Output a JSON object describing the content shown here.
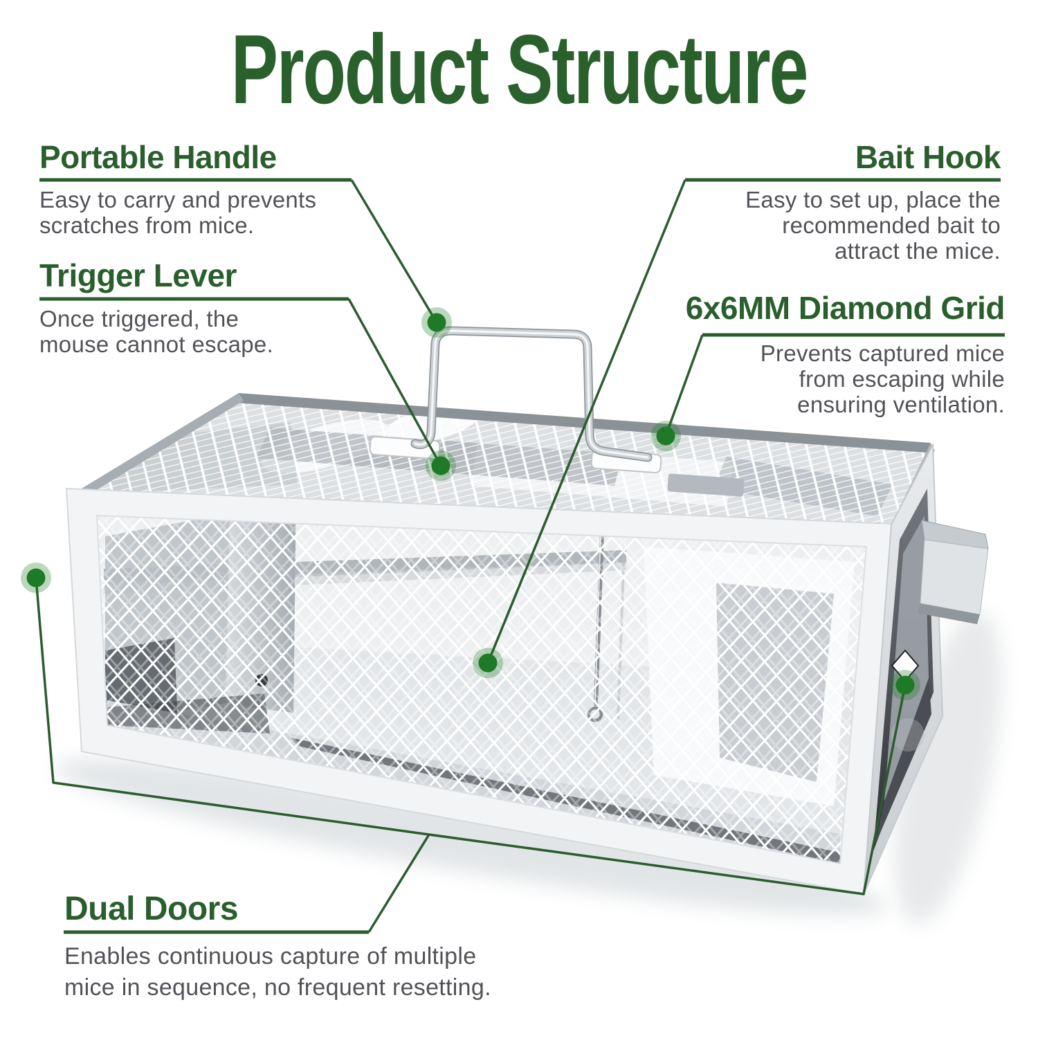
{
  "title": "Product Structure",
  "colors": {
    "accent_green": "#2a5f2d",
    "line_green": "#2b5c2e",
    "dot_green": "#1e7a26",
    "body_gray": "#515257"
  },
  "callouts": [
    {
      "id": "portable-handle",
      "heading": "Portable Handle",
      "description": "Easy to carry and prevents\nscratches from mice."
    },
    {
      "id": "trigger-lever",
      "heading": "Trigger Lever",
      "description": "Once triggered, the\nmouse cannot escape."
    },
    {
      "id": "bait-hook",
      "heading": "Bait Hook",
      "description": "Easy to set up, place the\nrecommended bait to\nattract the mice."
    },
    {
      "id": "diamond-grid",
      "heading": "6x6MM Diamond Grid",
      "description": "Prevents captured mice\nfrom escaping while\nensuring ventilation."
    },
    {
      "id": "dual-doors",
      "heading": "Dual Doors",
      "description": "Enables continuous capture of multiple\nmice in sequence, no frequent resetting."
    }
  ],
  "illustration": {
    "subject": "wire mesh humane mouse trap cage with carry handle"
  }
}
